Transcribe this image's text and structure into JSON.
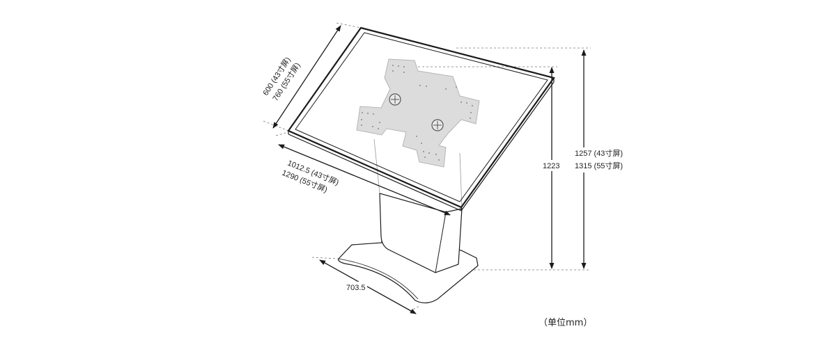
{
  "dimensions": {
    "screen_height": {
      "line1": "600 (43寸屏)",
      "line2": "760 (55寸屏)"
    },
    "screen_width": {
      "line1": "1012.5 (43寸屏)",
      "line2": "1290 (55寸屏)"
    },
    "base_width": "703.5",
    "bracket_top_height": "1223",
    "overall_height": {
      "line1": "1257 (43寸屏)",
      "line2": "1315 (55寸屏)"
    }
  },
  "unit_label": "（单位mm）",
  "colors": {
    "line": "#1a1a1a",
    "guide": "#777777",
    "plate": "#dcdcdc"
  }
}
